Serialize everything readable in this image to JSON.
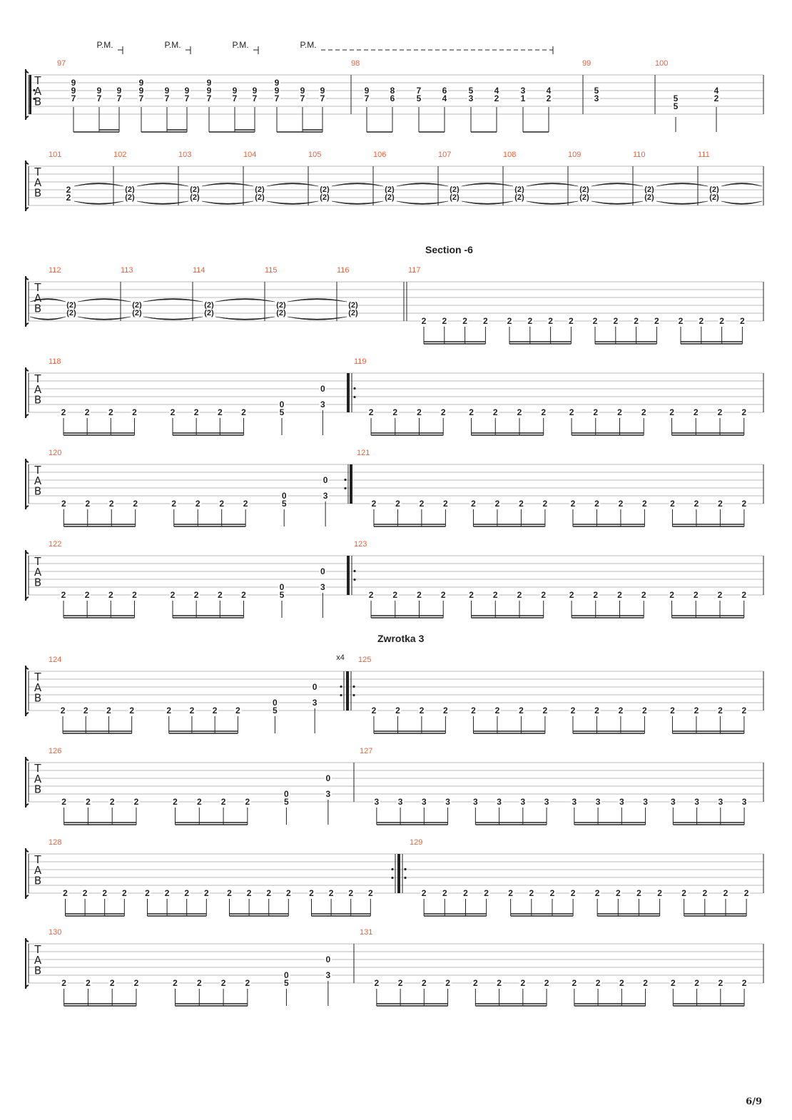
{
  "tab_letters": [
    "T",
    "A",
    "B"
  ],
  "palm_mute_label": "P.M.",
  "sections": [
    "Section -6",
    "Zwrotka 3"
  ],
  "repeat_count": "x4",
  "page_number": "6/9",
  "colors": {
    "measure_number": "#e8613a",
    "ink": "#222222",
    "staff_line": "#bbbbbb"
  },
  "systems": [
    {
      "measures": [
        {
          "num": "97",
          "notes": [
            {
              "s": [
                [
                  "9",
                  2
                ],
                [
                  "9",
                  3
                ],
                [
                  "7",
                  4
                ]
              ]
            },
            {
              "s": [
                [
                  "9",
                  3
                ],
                [
                  "7",
                  4
                ]
              ]
            },
            {
              "s": [
                [
                  "9",
                  3
                ],
                [
                  "7",
                  4
                ]
              ]
            },
            {
              "s": [
                [
                  "9",
                  2
                ],
                [
                  "9",
                  3
                ],
                [
                  "7",
                  4
                ]
              ]
            },
            {
              "s": [
                [
                  "9",
                  3
                ],
                [
                  "7",
                  4
                ]
              ]
            },
            {
              "s": [
                [
                  "9",
                  3
                ],
                [
                  "7",
                  4
                ]
              ]
            },
            {
              "s": [
                [
                  "9",
                  2
                ],
                [
                  "9",
                  3
                ],
                [
                  "7",
                  4
                ]
              ]
            },
            {
              "s": [
                [
                  "9",
                  3
                ],
                [
                  "7",
                  4
                ]
              ]
            },
            {
              "s": [
                [
                  "9",
                  3
                ],
                [
                  "7",
                  4
                ]
              ]
            },
            {
              "s": [
                [
                  "9",
                  2
                ],
                [
                  "9",
                  3
                ],
                [
                  "7",
                  4
                ]
              ]
            },
            {
              "s": [
                [
                  "9",
                  3
                ],
                [
                  "7",
                  4
                ]
              ]
            },
            {
              "s": [
                [
                  "9",
                  3
                ],
                [
                  "7",
                  4
                ]
              ]
            }
          ]
        },
        {
          "num": "98",
          "notes": [
            {
              "s": [
                [
                  "9",
                  3
                ],
                [
                  "7",
                  4
                ]
              ]
            },
            {
              "s": [
                [
                  "8",
                  3
                ],
                [
                  "6",
                  4
                ]
              ]
            },
            {
              "s": [
                [
                  "7",
                  3
                ],
                [
                  "5",
                  4
                ]
              ]
            },
            {
              "s": [
                [
                  "6",
                  3
                ],
                [
                  "4",
                  4
                ]
              ]
            },
            {
              "s": [
                [
                  "5",
                  3
                ],
                [
                  "3",
                  4
                ]
              ]
            },
            {
              "s": [
                [
                  "4",
                  3
                ],
                [
                  "2",
                  4
                ]
              ]
            },
            {
              "s": [
                [
                  "3",
                  3
                ],
                [
                  "1",
                  4
                ]
              ]
            },
            {
              "s": [
                [
                  "4",
                  3
                ],
                [
                  "2",
                  4
                ]
              ]
            }
          ]
        },
        {
          "num": "99",
          "notes": [
            {
              "s": [
                [
                  "5",
                  3
                ],
                [
                  "3",
                  4
                ]
              ]
            }
          ]
        },
        {
          "num": "100",
          "notes": [
            {
              "s": [
                [
                  "5",
                  4
                ],
                [
                  "5",
                  5
                ]
              ]
            },
            {
              "s": [
                [
                  "4",
                  3
                ],
                [
                  "2",
                  4
                ]
              ]
            }
          ]
        }
      ]
    },
    {
      "measures": [
        {
          "num": "101",
          "notes": [
            {
              "s": [
                [
                  "2",
                  4
                ],
                [
                  "2",
                  5
                ]
              ]
            }
          ]
        },
        {
          "num": "102",
          "notes": [
            {
              "s": [
                [
                  "(2)",
                  4
                ],
                [
                  "(2)",
                  5
                ]
              ]
            }
          ]
        },
        {
          "num": "103",
          "notes": [
            {
              "s": [
                [
                  "(2)",
                  4
                ],
                [
                  "(2)",
                  5
                ]
              ]
            }
          ]
        },
        {
          "num": "104",
          "notes": [
            {
              "s": [
                [
                  "(2)",
                  4
                ],
                [
                  "(2)",
                  5
                ]
              ]
            }
          ]
        },
        {
          "num": "105",
          "notes": [
            {
              "s": [
                [
                  "(2)",
                  4
                ],
                [
                  "(2)",
                  5
                ]
              ]
            }
          ]
        },
        {
          "num": "106",
          "notes": [
            {
              "s": [
                [
                  "(2)",
                  4
                ],
                [
                  "(2)",
                  5
                ]
              ]
            }
          ]
        },
        {
          "num": "107",
          "notes": [
            {
              "s": [
                [
                  "(2)",
                  4
                ],
                [
                  "(2)",
                  5
                ]
              ]
            }
          ]
        },
        {
          "num": "108",
          "notes": [
            {
              "s": [
                [
                  "(2)",
                  4
                ],
                [
                  "(2)",
                  5
                ]
              ]
            }
          ]
        },
        {
          "num": "109",
          "notes": [
            {
              "s": [
                [
                  "(2)",
                  4
                ],
                [
                  "(2)",
                  5
                ]
              ]
            }
          ]
        },
        {
          "num": "110",
          "notes": [
            {
              "s": [
                [
                  "(2)",
                  4
                ],
                [
                  "(2)",
                  5
                ]
              ]
            }
          ]
        },
        {
          "num": "111",
          "notes": [
            {
              "s": [
                [
                  "(2)",
                  4
                ],
                [
                  "(2)",
                  5
                ]
              ]
            }
          ]
        }
      ]
    },
    {
      "measures": [
        {
          "num": "112",
          "notes": [
            {
              "s": [
                [
                  "(2)",
                  4
                ],
                [
                  "(2)",
                  5
                ]
              ]
            }
          ]
        },
        {
          "num": "113",
          "notes": [
            {
              "s": [
                [
                  "(2)",
                  4
                ],
                [
                  "(2)",
                  5
                ]
              ]
            }
          ]
        },
        {
          "num": "114",
          "notes": [
            {
              "s": [
                [
                  "(2)",
                  4
                ],
                [
                  "(2)",
                  5
                ]
              ]
            }
          ]
        },
        {
          "num": "115",
          "notes": [
            {
              "s": [
                [
                  "(2)",
                  4
                ],
                [
                  "(2)",
                  5
                ]
              ]
            }
          ]
        },
        {
          "num": "116",
          "notes": [
            {
              "s": [
                [
                  "(2)",
                  4
                ],
                [
                  "(2)",
                  5
                ]
              ]
            }
          ]
        },
        {
          "num": "117",
          "notes": "sixteen_2"
        }
      ]
    },
    {
      "measures": [
        {
          "num": "118",
          "notes": "riff_end"
        },
        {
          "num": "119",
          "notes": "sixteen_2"
        }
      ]
    },
    {
      "measures": [
        {
          "num": "120",
          "notes": "riff_end"
        },
        {
          "num": "121",
          "notes": "sixteen_2"
        }
      ]
    },
    {
      "measures": [
        {
          "num": "122",
          "notes": "riff_end"
        },
        {
          "num": "123",
          "notes": "sixteen_2"
        }
      ]
    },
    {
      "measures": [
        {
          "num": "124",
          "notes": "riff_end"
        },
        {
          "num": "125",
          "notes": "sixteen_2"
        }
      ]
    },
    {
      "measures": [
        {
          "num": "126",
          "notes": "riff_end"
        },
        {
          "num": "127",
          "notes": "sixteen_3"
        }
      ]
    },
    {
      "measures": [
        {
          "num": "128",
          "notes": "sixteen_2"
        },
        {
          "num": "129",
          "notes": "sixteen_2"
        }
      ]
    },
    {
      "measures": [
        {
          "num": "130",
          "notes": "riff_end"
        },
        {
          "num": "131",
          "notes": "sixteen_2"
        }
      ]
    }
  ]
}
